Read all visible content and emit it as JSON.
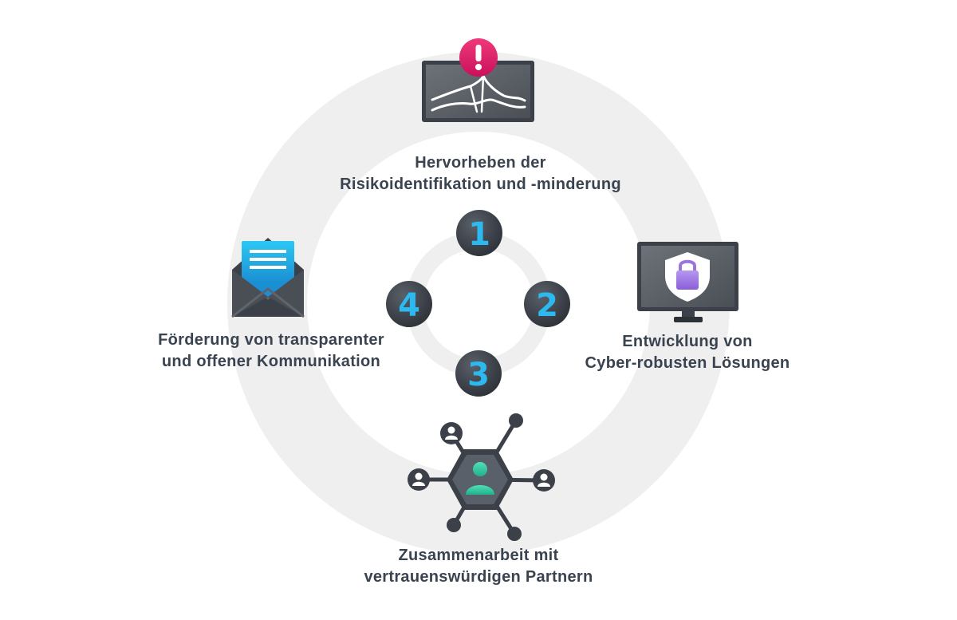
{
  "steps": [
    {
      "number": "1",
      "icon": "alert-monitor-icon",
      "line1": "Hervorheben der",
      "line2": "Risikoidentifikation und -minderung"
    },
    {
      "number": "2",
      "icon": "shield-lock-monitor-icon",
      "line1": "Entwicklung von",
      "line2": "Cyber-robusten Lösungen"
    },
    {
      "number": "3",
      "icon": "partner-network-icon",
      "line1": "Zusammenarbeit mit",
      "line2": "vertrauenswürdigen Partnern"
    },
    {
      "number": "4",
      "icon": "open-envelope-icon",
      "line1": "Förderung von transparenter",
      "line2": "und offener Kommunikation"
    }
  ],
  "colors": {
    "ring": "#efefef",
    "badge": "#3c4149",
    "number": "#2bb9ef",
    "text": "#3a4350",
    "alert": "#e21f66",
    "accent_green": "#35c9a1",
    "lock_purple": "#9b74e0"
  }
}
